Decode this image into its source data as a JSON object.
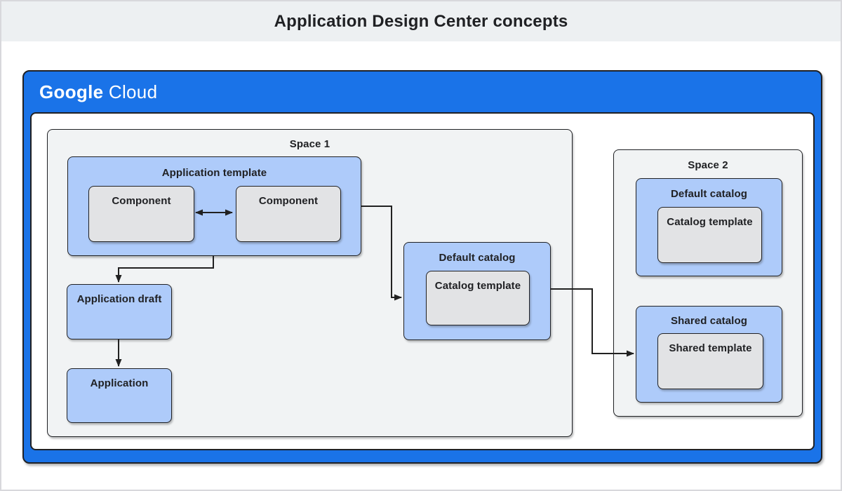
{
  "page": {
    "title": "Application Design Center concepts"
  },
  "brand": {
    "google": "Google",
    "cloud": "Cloud"
  },
  "colors": {
    "google_blue": "#1A73E8",
    "light_blue": "#AECBFA",
    "container_gray": "#F1F3F4",
    "box_gray": "#E2E3E5",
    "border_dark": "#202124",
    "band_gray": "#EDF0F2",
    "arrow": "#212121",
    "text": "#202124"
  },
  "diagram": {
    "space1": {
      "label": "Space 1",
      "application_template": {
        "label": "Application template",
        "components": [
          "Component",
          "Component"
        ]
      },
      "application_draft": {
        "label": "Application draft"
      },
      "application": {
        "label": "Application"
      },
      "default_catalog": {
        "label": "Default catalog",
        "catalog_template": {
          "label": "Catalog template"
        }
      }
    },
    "space2": {
      "label": "Space 2",
      "default_catalog": {
        "label": "Default catalog",
        "catalog_template": {
          "label": "Catalog template"
        }
      },
      "shared_catalog": {
        "label": "Shared catalog",
        "shared_template": {
          "label": "Shared template"
        }
      }
    }
  }
}
